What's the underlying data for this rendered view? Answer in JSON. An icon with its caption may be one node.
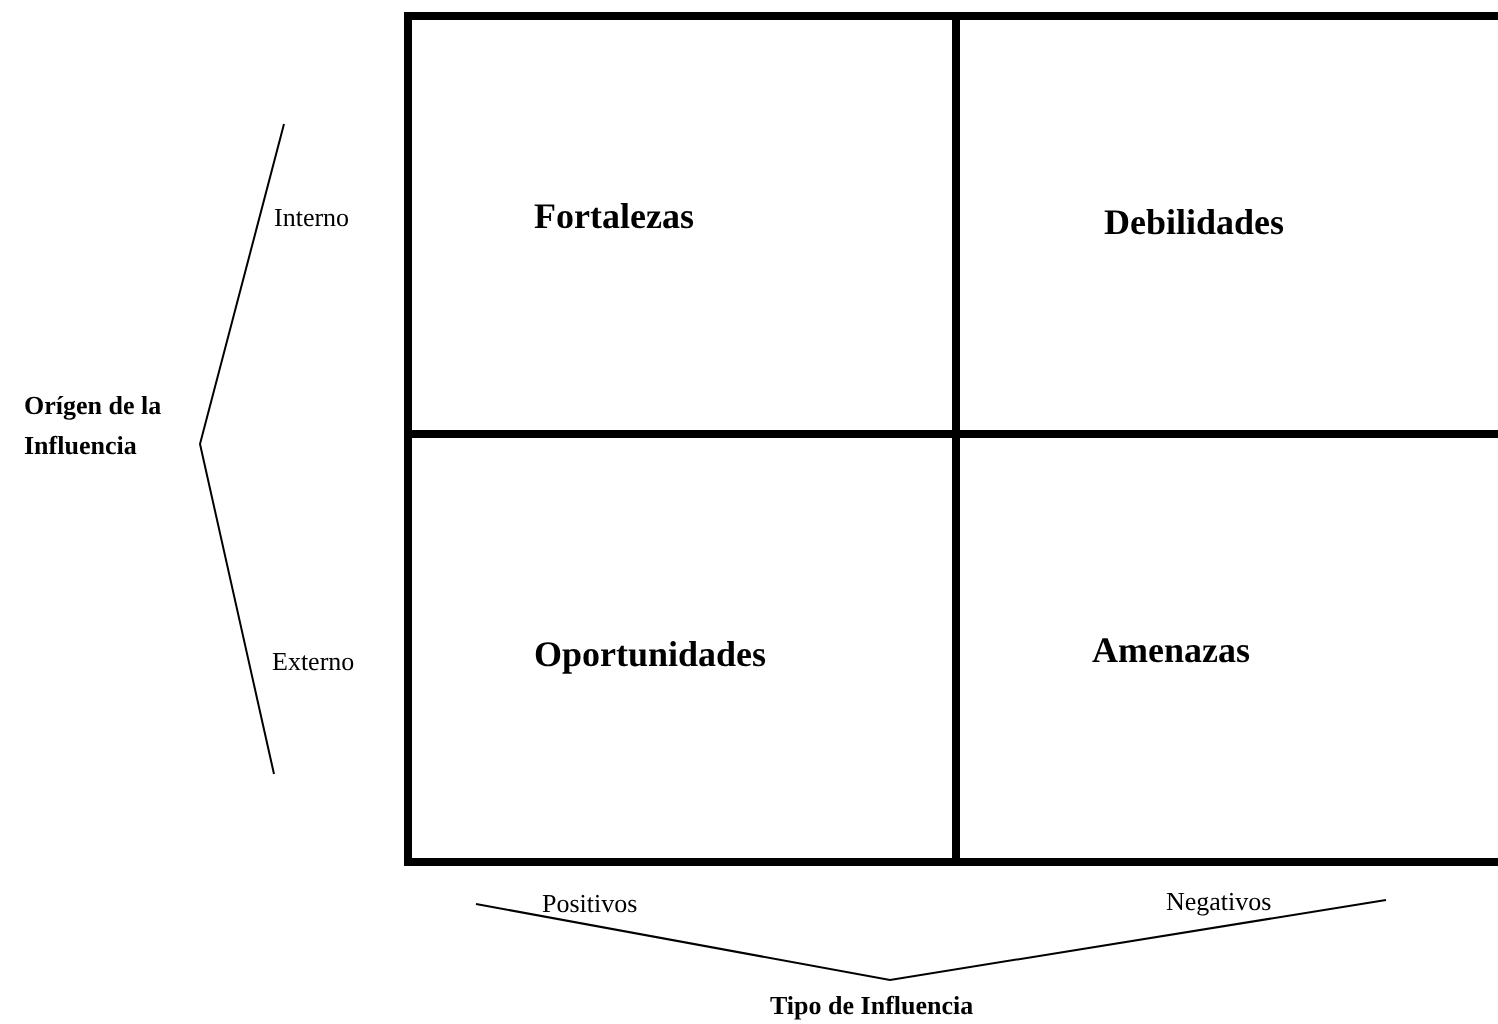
{
  "diagram": {
    "nodes": [
      {
        "text": [
          "Fortalezas"
        ]
      },
      {
        "text": [
          "Debilidades"
        ]
      },
      {
        "text": [
          "Oportunidades"
        ]
      },
      {
        "text": [
          "Amenazas"
        ]
      }
    ],
    "labels": [
      "Interno",
      "Orígen de la Influencia",
      "Externo",
      "Positivos",
      "Negativos",
      "Tipo de Influencia"
    ]
  }
}
